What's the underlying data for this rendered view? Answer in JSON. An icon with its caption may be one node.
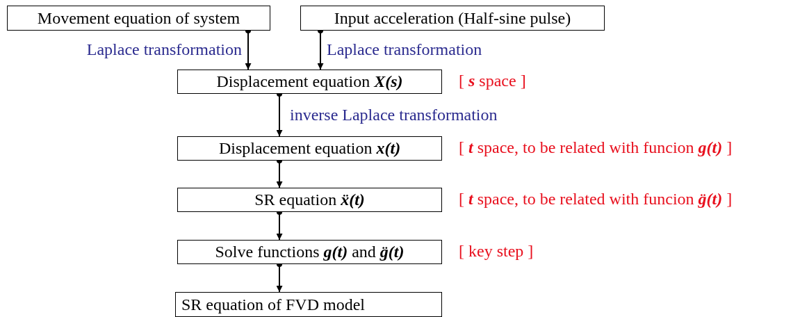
{
  "diagram": {
    "nodes": [
      {
        "text": [
          "Movement equation of system"
        ]
      },
      {
        "text": [
          "Input acceleration (Half-sine pulse)"
        ]
      },
      {
        "text": [
          "Displacement equation **X(s)**"
        ],
        "beside": [
          "[ **s** space ]"
        ]
      },
      {
        "text": [
          "Displacement equation **x(t)**"
        ],
        "beside": [
          "[ **t** space, to be related with funcion **g(t)** ]"
        ]
      },
      {
        "text": [
          "SR equation **ẍ(t)**"
        ],
        "beside": [
          "[ **t** space, to be related with funcion **g̈(t)** ]"
        ]
      },
      {
        "text": [
          "Solve functions **g(t)** and **g̈(t)**"
        ],
        "beside": [
          "[ key step ]"
        ]
      },
      {
        "text": [
          "SR equation of FVD model"
        ]
      }
    ],
    "edges": [
      {
        "from": 0,
        "to": 2,
        "arrow": "to",
        "label": "Laplace transformation"
      },
      {
        "from": 1,
        "to": 2,
        "arrow": "to",
        "label": "Laplace transformation"
      },
      {
        "from": 2,
        "to": 3,
        "arrow": "to",
        "label": "inverse Laplace transformation"
      },
      {
        "from": 3,
        "to": 4,
        "arrow": "to"
      },
      {
        "from": 4,
        "to": 5,
        "arrow": "to"
      },
      {
        "from": 5,
        "to": 6,
        "arrow": "to"
      }
    ]
  }
}
